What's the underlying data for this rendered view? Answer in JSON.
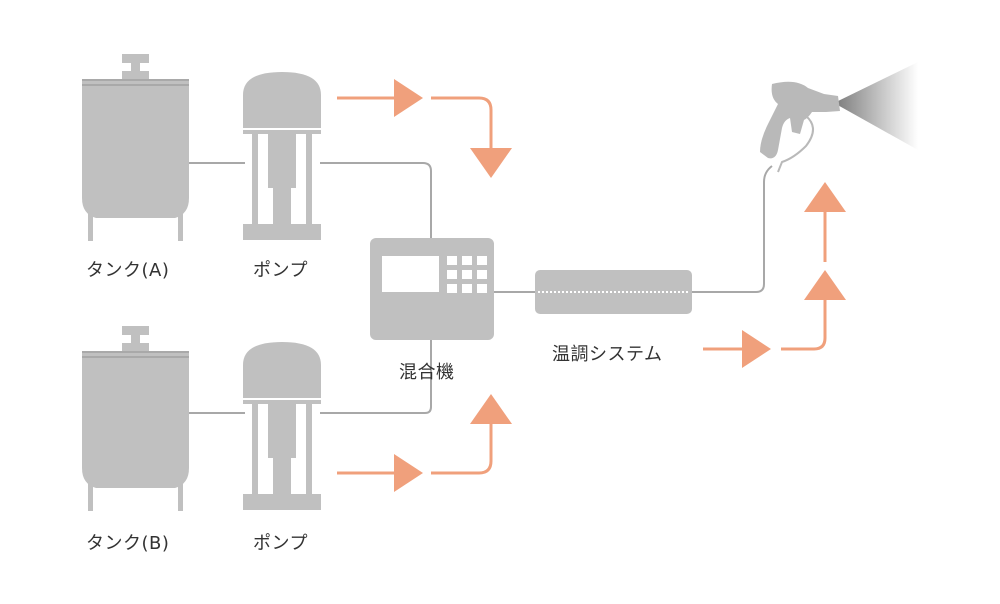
{
  "colors": {
    "equipment": "#c0c0c0",
    "equipment_dark": "#a9a9a9",
    "pipe": "#a8a8a8",
    "arrow": "#f0a07c",
    "screen": "#ffffff",
    "label": "#333333"
  },
  "labels": {
    "tank_a": "タンク(A)",
    "tank_b": "タンク(B)",
    "pump_a": "ポンプ",
    "pump_b": "ポンプ",
    "mixer": "混合機",
    "temp_system": "温調システム"
  },
  "icons": {
    "tank": "tank-icon",
    "pump": "pump-icon",
    "mixer": "mixer-control-box-icon",
    "temp_system": "temperature-control-tube-icon",
    "spray_gun": "spray-gun-icon",
    "flow_arrow": "flow-arrow-icon"
  }
}
